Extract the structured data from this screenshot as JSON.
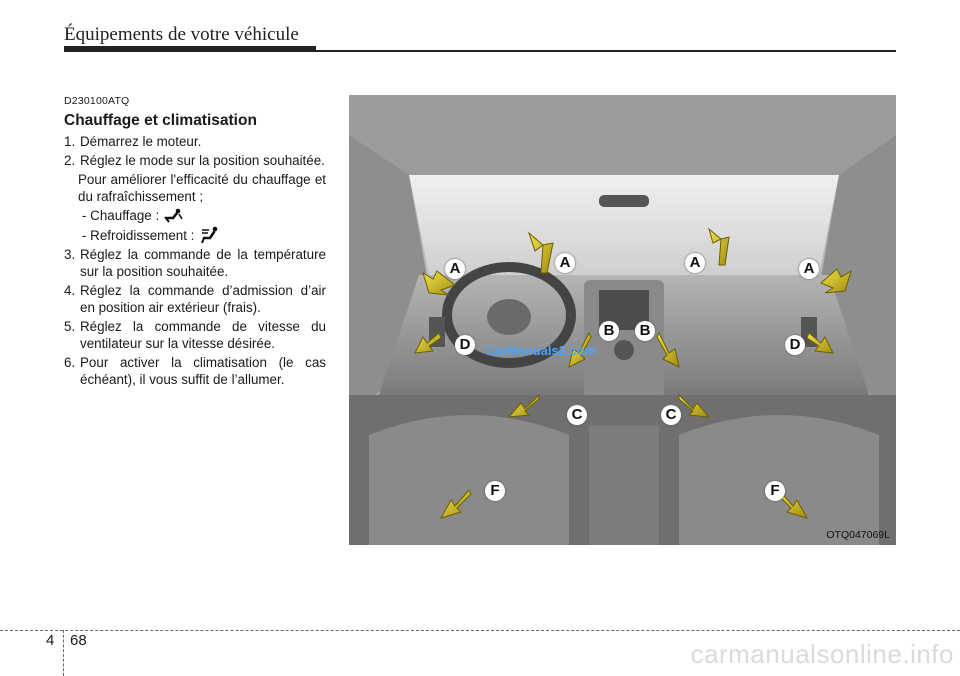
{
  "header": {
    "title": "Équipements de votre véhicule"
  },
  "section": {
    "code": "D230100ATQ",
    "title": "Chauffage et climatisation",
    "step1": {
      "num": "1.",
      "text": "Démarrez le moteur."
    },
    "step2": {
      "num": "2.",
      "text": "Réglez le mode sur la position souhaitée."
    },
    "note": "Pour améliorer l'efficacité du chauffage et du rafraîchissement  ;",
    "heating": "- Chauffage :",
    "cooling": "- Refroidissement :",
    "step3": {
      "num": "3.",
      "text": "Réglez la commande de la température sur la position souhaitée."
    },
    "step4": {
      "num": "4.",
      "text": "Réglez la commande d’admission d’air en position air extérieur (frais)."
    },
    "step5": {
      "num": "5.",
      "text": "Réglez la commande de vitesse du ventilateur sur la vitesse désirée."
    },
    "step6": {
      "num": "6.",
      "text": "Pour activer la climatisation (le cas échéant), il vous suffit de l’allumer."
    }
  },
  "figure": {
    "code": "OTQ047069L",
    "watermark": "CarManuals2.com",
    "labels": {
      "a1": "A",
      "a2": "A",
      "a3": "A",
      "a4": "A",
      "b1": "B",
      "b2": "B",
      "c1": "C",
      "c2": "C",
      "d1": "D",
      "d2": "D",
      "f1": "F",
      "f2": "F"
    },
    "icons": {
      "heating_mode": "floor-vent-icon",
      "cooling_mode": "face-vent-icon"
    }
  },
  "footer": {
    "chapter": "4",
    "page": "68",
    "watermark": "carmanualsonline.info"
  }
}
